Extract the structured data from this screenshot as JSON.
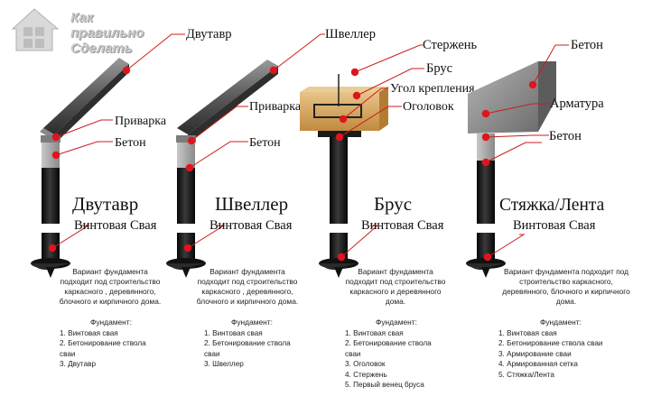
{
  "logo": {
    "line1": "Как правильно",
    "line2": "Сделать",
    "icon": "house-window-icon"
  },
  "colors": {
    "pile": "#141414",
    "steel": "#6e6e6e",
    "concrete": "#9c9c9c",
    "wood": "#d4a561",
    "marker": "#e0141e",
    "line": "#cc1d1d"
  },
  "columns": [
    {
      "title": "Двутавр",
      "pile_label": "Винтовая Свая",
      "callouts": [
        "Двутавр",
        "Приварка",
        "Бетон"
      ],
      "description": "Вариант фундамента\nподходит под строительство\nкаркасного , деревянного,\nблочного и кирпичного дома.",
      "foundation_title": "Фундамент:",
      "foundation_items": [
        "1. Винтовая свая",
        "2. Бетонирование ствола",
        "сваи",
        "3. Двутавр"
      ]
    },
    {
      "title": "Швеллер",
      "pile_label": "Винтовая Свая",
      "callouts": [
        "Швеллер",
        "Приварка",
        "Бетон"
      ],
      "description": "Вариант фундамента\nподходит под строительство\nкаркасного , деревянного,\nблочного и кирпичного дома.",
      "foundation_title": "Фундамент:",
      "foundation_items": [
        "1. Винтовая свая",
        "2. Бетонирование ствола",
        "сваи",
        "3. Швеллер"
      ]
    },
    {
      "title": "Брус",
      "pile_label": "Винтовая Свая",
      "callouts": [
        "Стержень",
        "Брус",
        "Угол крепления",
        "Оголовок"
      ],
      "description": "Вариант фундамента\nподходит под строительство\nкаркасного и деревянного\nдома.",
      "foundation_title": "Фундамент:",
      "foundation_items": [
        "1. Винтовая свая",
        "2. Бетонирование ствола",
        "сваи",
        "3. Оголовок",
        "4. Стержень",
        "5. Первый венец бруса"
      ]
    },
    {
      "title": "Стяжка/Лента",
      "pile_label": "Винтовая Свая",
      "callouts": [
        "Бетон",
        "Арматура",
        "Бетон"
      ],
      "description": "Вариант фундамента подходит под\nстроительство каркасного,\nдеревянного, блочного и кирпичного\nдома.",
      "foundation_title": "Фундамент:",
      "foundation_items": [
        "1. Винтовая свая",
        "2. Бетонирование ствола сваи",
        "3. Армирование сваи",
        "4. Армированная сетка",
        "5. Стяжка/Лента"
      ]
    }
  ]
}
